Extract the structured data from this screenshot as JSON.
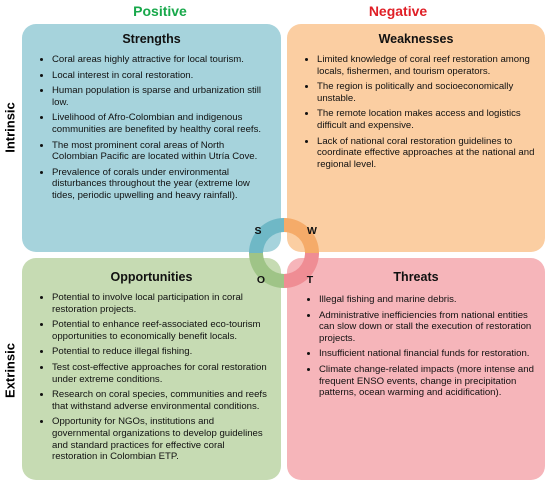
{
  "columns": {
    "positive": "Positive",
    "negative": "Negative"
  },
  "rows": {
    "intrinsic": "Intrinsic",
    "extrinsic": "Extrinsic"
  },
  "colors": {
    "positive": "#17a84a",
    "negative": "#e01f26",
    "strengths": "#a6d3dc",
    "weaknesses": "#fbcea2",
    "opportunities": "#c6dbb3",
    "threats": "#f6b5ba",
    "ring_s": "#6fb8c6",
    "ring_w": "#f5ab69",
    "ring_o": "#9fc487",
    "ring_t": "#ef8d94"
  },
  "ring": {
    "s": "S",
    "w": "W",
    "o": "O",
    "t": "T"
  },
  "strengths": {
    "title": "Strengths",
    "items": [
      "Coral areas highly attractive for local tourism.",
      "Local interest in coral restoration.",
      "Human population is sparse and urbanization still low.",
      "Livelihood of Afro-Colombian and indigenous communities are benefited by healthy coral reefs.",
      "The most prominent coral areas of North Colombian Pacific are located within Utría Cove.",
      "Prevalence of corals under environmental disturbances throughout the year (extreme low tides, periodic upwelling and heavy rainfall)."
    ]
  },
  "weaknesses": {
    "title": "Weaknesses",
    "items": [
      "Limited knowledge of coral reef restoration among locals, fishermen, and tourism operators.",
      "The region is politically and socioeconomically unstable.",
      "The remote location makes access and logistics difficult and expensive.",
      "Lack of national coral restoration guidelines to coordinate effective approaches at the national and regional level."
    ]
  },
  "opportunities": {
    "title": "Opportunities",
    "items": [
      "Potential to involve local participation in coral restoration projects.",
      "Potential to enhance reef-associated eco-tourism opportunities to economically benefit locals.",
      "Potential to reduce illegal fishing.",
      "Test cost-effective approaches for coral restoration under extreme conditions.",
      "Research on coral species, communities and reefs that withstand adverse environmental conditions.",
      "Opportunity for NGOs, institutions and governmental organizations to develop guidelines and standard practices for effective coral restoration in Colombian ETP."
    ]
  },
  "threats": {
    "title": "Threats",
    "items": [
      "Illegal fishing and marine debris.",
      "Administrative inefficiencies from national entities can slow down or stall the execution of restoration projects.",
      "Insufficient national financial funds for restoration.",
      "Climate change-related impacts (more intense and frequent ENSO events, change in precipitation patterns, ocean warming and acidification)."
    ]
  }
}
